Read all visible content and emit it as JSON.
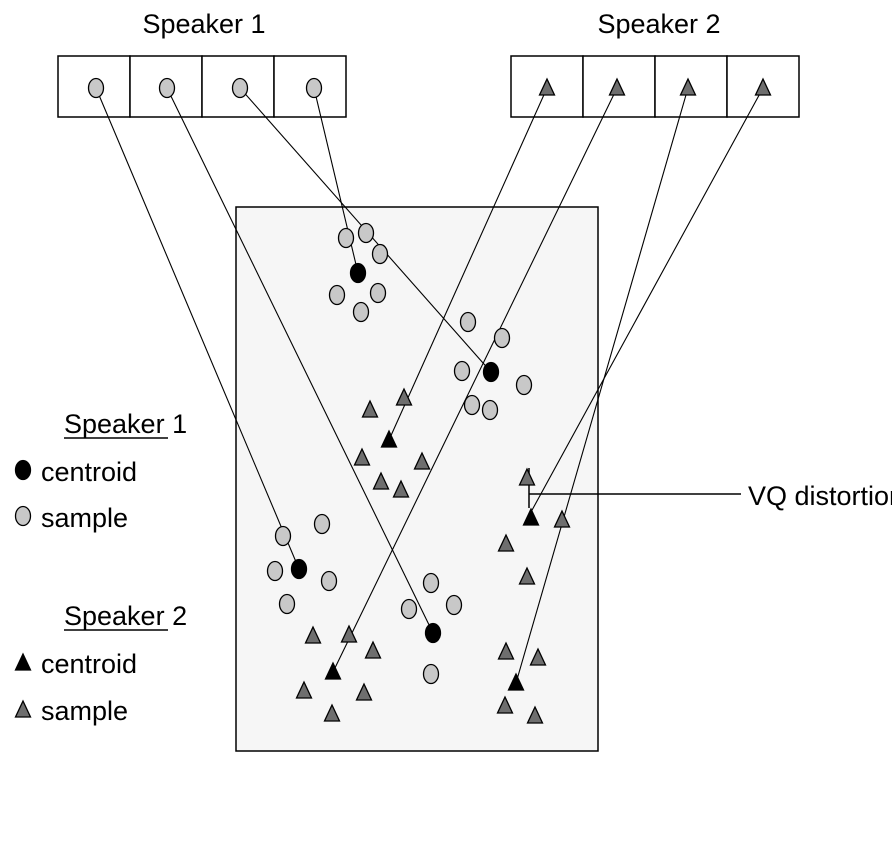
{
  "codebooks": [
    {
      "label": "Speaker 1",
      "symbol": "circle"
    },
    {
      "label": "Speaker 2",
      "symbol": "triangle"
    }
  ],
  "annotation": {
    "text": "VQ distortion"
  },
  "legend": [
    {
      "heading": "Speaker 1",
      "centroid_label": "centroid",
      "sample_label": "sample",
      "symbol": "circle"
    },
    {
      "heading": "Speaker 2",
      "centroid_label": "centroid",
      "sample_label": "sample",
      "symbol": "triangle"
    }
  ],
  "colors": {
    "centroid": "#000000",
    "circle_sample": "#c8c8c8",
    "triangle_sample": "#6e6e6e",
    "feature_space": "#f6f6f6",
    "stroke": "#000000"
  }
}
